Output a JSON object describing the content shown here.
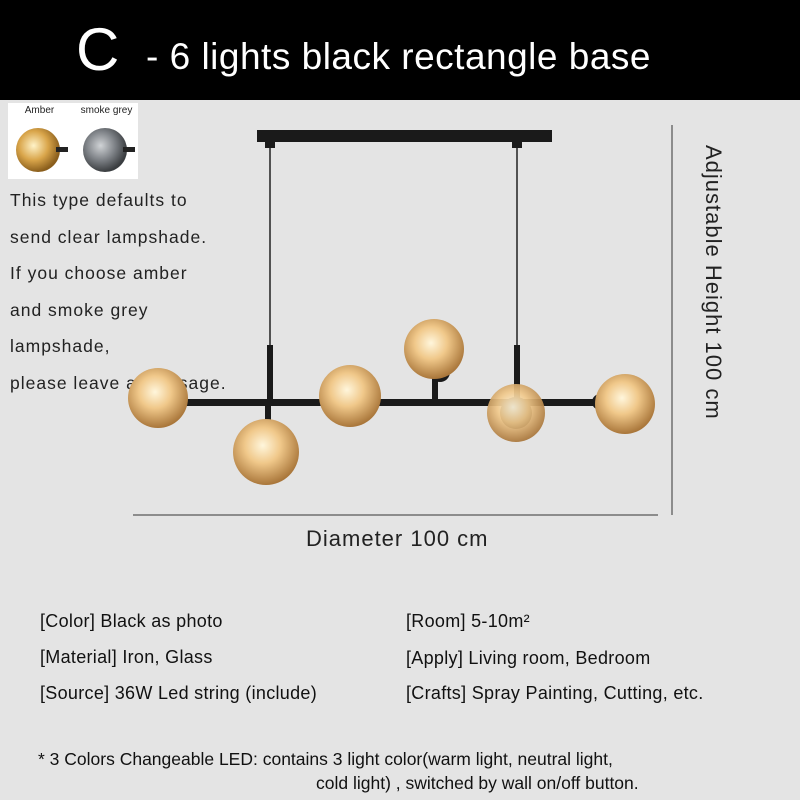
{
  "header": {
    "letter": "C",
    "title": "- 6 lights black rectangle base"
  },
  "swatches": [
    {
      "label": "Amber",
      "color": "#c89a3c"
    },
    {
      "label": "smoke grey",
      "color": "#707478"
    }
  ],
  "note": {
    "lines": [
      "This type defaults to",
      "send clear lampshade.",
      "If you choose amber",
      "and smoke grey",
      "lampshade,",
      "please leave a message."
    ]
  },
  "dimensions": {
    "height": "Adjustable Height 100 cm",
    "diameter": "Diameter 100 cm"
  },
  "specs": {
    "left": [
      "[Color] Black as photo",
      "[Material] Iron, Glass",
      "[Source] 36W Led string (include)"
    ],
    "right": [
      "[Room] 5-10m²",
      "[Apply] Living room, Bedroom",
      "[Crafts] Spray Painting, Cutting, etc."
    ]
  },
  "footnote": {
    "line1": "* 3 Colors Changeable LED: contains 3 light color(warm light,  neutral light,",
    "line2": "cold light) , switched by wall on/off button."
  },
  "colors": {
    "header_bg": "#000000",
    "background": "#e4e4e4",
    "fixture": "#1a1a1a",
    "globe": "#e8b873"
  }
}
